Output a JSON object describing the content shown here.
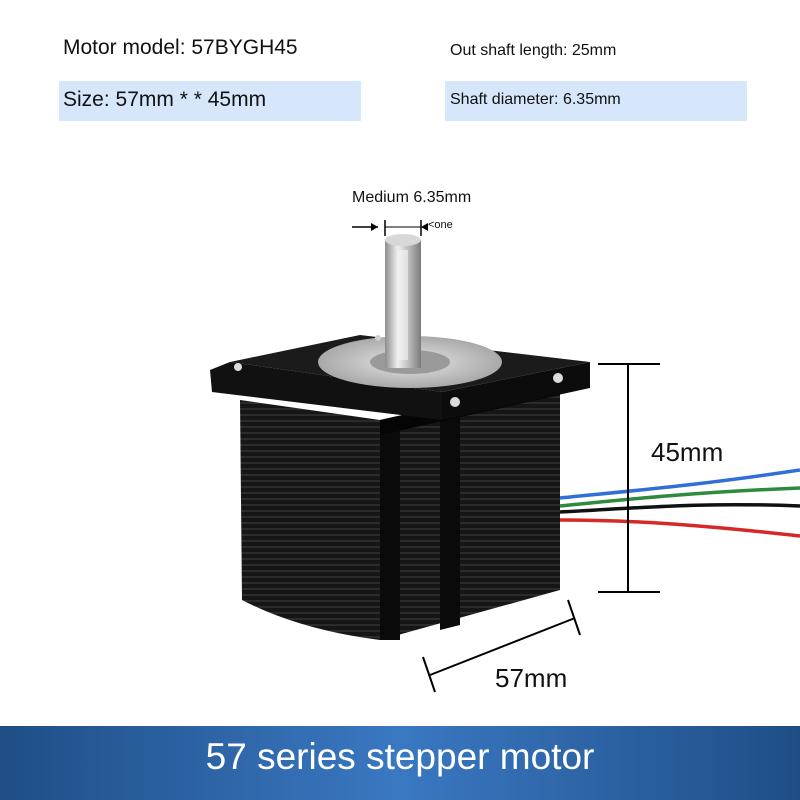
{
  "specs": {
    "motor_model": "Motor model: 57BYGH45",
    "size": "Size: 57mm * * 45mm",
    "shaft_length": "Out shaft length: 25mm",
    "shaft_diameter": "Shaft diameter: 6.35mm"
  },
  "dimensions": {
    "shaft_label": "Medium 6.35mm",
    "shaft_sub": "<one",
    "height": "45mm",
    "width": "57mm"
  },
  "banner": {
    "title": "57 series stepper motor"
  },
  "colors": {
    "highlight": "#d6e6fb",
    "banner": "#2b63a6",
    "wire_blue": "#2f6fd6",
    "wire_green": "#2e8b3d",
    "wire_red": "#d62828",
    "wire_black": "#111111"
  }
}
